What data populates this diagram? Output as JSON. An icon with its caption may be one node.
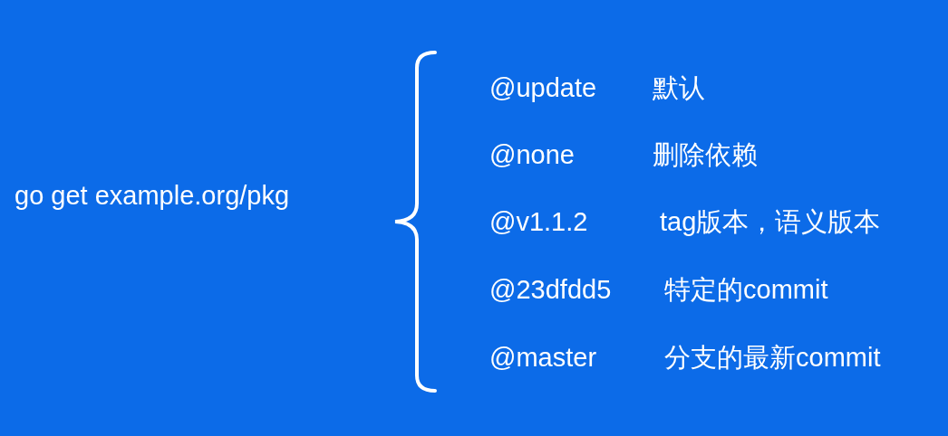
{
  "diagram": {
    "labels": [
      "go get example.org/pkg",
      "@update",
      "默认",
      "@none",
      "删除依赖",
      "@v1.1.2",
      "tag版本，语义版本",
      "@23dfdd5",
      "特定的commit",
      "@master",
      "分支的最新commit"
    ]
  }
}
